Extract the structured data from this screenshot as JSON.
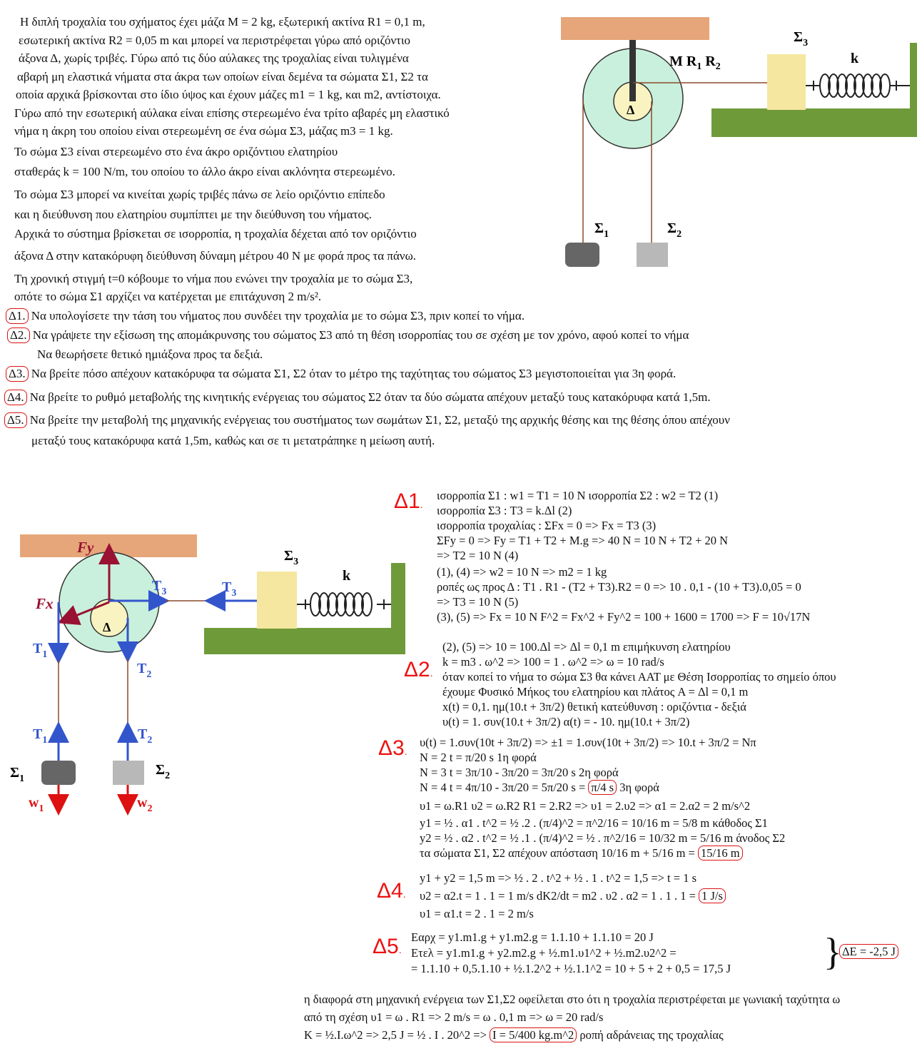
{
  "intro": [
    "Η διπλή τροχαλία του σχήματος έχει μάζα  M = 2 kg,  εξωτερική ακτίνα  R1 = 0,1 m,",
    "εσωτερική ακτίνα R2 = 0,05 m και μπορεί να περιστρέφεται γύρω από οριζόντιο",
    "άξονα Δ,  χωρίς τριβές.     Γύρω από τις δύο αύλακες της τροχαλίας είναι τυλιγμένα",
    "αβαρή μη ελαστικά νήματα στα άκρα των οποίων είναι δεμένα τα σώματα Σ1, Σ2 τα",
    "οποία αρχικά βρίσκονται στο ίδιο ύψος και έχουν μάζες  m1 = 1 kg, και m2, αντίστοιχα.",
    "Γύρω από την εσωτερική αύλακα είναι επίσης στερεωμένο ένα τρίτο αβαρές μη ελαστικό",
    "νήμα η άκρη του οποίου είναι στερεωμένη σε ένα σώμα Σ3, μάζας  m3 = 1 kg.",
    "Το σώμα Σ3 είναι στερεωμένο στο ένα άκρο οριζόντιου  ελατηρίου",
    "σταθεράς  k = 100 N/m,  του οποίου το  άλλο άκρο είναι ακλόνητα στερεωμένο.",
    "Το σώμα Σ3 μπορεί να κινείται χωρίς τριβές πάνω σε λείο οριζόντιο επίπεδο",
    "και η διεύθυνση που ελατηρίου συμπίπτει με την διεύθυνση του νήματος.",
    "Αρχικά το σύστημα βρίσκεται σε ισορροπία,   η τροχαλία  δέχεται από τον οριζόντιο",
    "άξονα Δ στην κατακόρυφη διεύθυνση δύναμη μέτρου 40 N με φορά προς τα πάνω.",
    "Τη χρονική στιγμή t=0 κόβουμε το νήμα που ενώνει την τροχαλία με το σώμα Σ3,",
    "οπότε το σώμα Σ1 αρχίζει να κατέρχεται με επιτάχυνση  2 m/s²."
  ],
  "questions": [
    {
      "tag": "Δ1.",
      "text": "Να υπολογίσετε την τάση του νήματος που συνδέει την τροχαλία με το σώμα Σ3, πριν κοπεί το νήμα."
    },
    {
      "tag": "Δ2.",
      "text": "Να γράψετε την εξίσωση της απομάκρυνσης του σώματος Σ3 από τη θέση ισορροπίας του σε σχέση με τον χρόνο, αφού κοπεί το νήμα",
      "text2": "Να θεωρήσετε θετικό ημιάξονα προς τα δεξιά."
    },
    {
      "tag": "Δ3.",
      "text": "Να βρείτε πόσο απέχουν κατακόρυφα τα σώματα Σ1, Σ2 όταν το μέτρο της ταχύτητας του σώματος Σ3  μεγιστοποιείται για 3η φορά."
    },
    {
      "tag": "Δ4.",
      "text": "Να βρείτε το ρυθμό μεταβολής της κινητικής ενέργειας του σώματος Σ2 όταν τα δύο σώματα απέχουν μεταξύ τους κατακόρυφα κατά 1,5m."
    },
    {
      "tag": "Δ5.",
      "text": "Να βρείτε την μεταβολή της μηχανικής ενέργειας του συστήματος των σωμάτων Σ1, Σ2, μεταξύ της αρχικής θέσης και της θέσης όπου απέχουν",
      "text2": "μεταξύ τους κατακόρυφα κατά 1,5m, καθώς και σε τι μετατράπηκε η μείωση αυτή."
    }
  ],
  "fig1": {
    "M": "M R",
    "R1sub": "1",
    "R2": " R",
    "R2sub": "2",
    "S3": "Σ",
    "S3sub": "3",
    "k": "k",
    "delta": "Δ",
    "S1": "Σ",
    "S1sub": "1",
    "S2": "Σ",
    "S2sub": "2"
  },
  "fig2": {
    "Fy": "Fy",
    "Fx": "Fx",
    "T3a": "T",
    "T3b": "T",
    "T1a": "T",
    "T1b": "T",
    "T2a": "T",
    "T2b": "T",
    "sub1": "1",
    "sub2": "2",
    "sub3": "3",
    "delta": "Δ",
    "S3": "Σ",
    "k": "k",
    "S1": "Σ",
    "S2": "Σ",
    "w1": "w",
    "w2": "w"
  },
  "sol": {
    "d1": {
      "label": "Δ1",
      "dot": ".",
      "lines": [
        "ισορροπία Σ1 :   w1 = T1 = 10 N            ισορροπία Σ2 :   w2 = T2   (1)",
        "ισορροπία Σ3 :   T3 = k.Δl  (2)",
        "ισορροπία τροχαλίας :        ΣFx = 0  =>  Fx = T3  (3)",
        "      ΣFy = 0  =>  Fy = T1 + T2 + M.g =>  40 N = 10 N + T2 + 20 N",
        "                                                              =>  T2 = 10 N  (4)",
        "(1), (4) =>  w2 = 10 N =>  m2 = 1 kg",
        "ροπές ως προς Δ :  T1 . R1 - (T2 + T3).R2 = 0  =>  10 . 0,1 - (10 + T3).0,05 = 0",
        "                                                                         =>  T3 = 10 N  (5)",
        "(3), (5) =>  Fx = 10 N     F^2 = Fx^2 + Fy^2 = 100 + 1600 = 1700  => F = 10√17N"
      ]
    },
    "d2": {
      "label": "Δ2",
      "dot": ".",
      "lines": [
        "(2), (5) =>  10 = 100.Δl  =>  Δl = 0,1 m    επιμήκυνση ελατηρίου",
        "  k = m3 . ω^2  =>  100 = 1 . ω^2  =>  ω = 10 rad/s",
        "όταν κοπεί το νήμα το σώμα Σ3 θα κάνει ΑΑΤ  με Θέση Ισορροπίας το σημείο όπου",
        "έχουμε Φυσικό Μήκος του ελατηρίου  και  πλάτος  A = Δl = 0,1 m",
        "  x(t)  =  0,1. ημ(10.t + 3π/2)   θετική κατεύθυνση : οριζόντια - δεξιά",
        "  υ(t)  =  1. συν(10.t + 3π/2)        α(t)  = - 10. ημ(10.t + 3π/2)"
      ]
    },
    "d3": {
      "label": "Δ3",
      "dot": ".",
      "lines": [
        "υ(t) = 1.συν(10t + 3π/2)  => ±1 = 1.συν(10t + 3π/2) =>  10.t + 3π/2 = Nπ",
        "    N = 2     t =  π/20 s   1η φορά",
        "    N = 3     t = 3π/10 - 3π/20  =  3π/20 s   2η φορά",
        "    N = 4     t = 4π/10 - 3π/20  =  5π/20 s = ",
        "υ1 = ω.R1    υ2 = ω.R2      R1 = 2.R2    =>  υ1 = 2.υ2   =>  α1 = 2.α2  = 2 m/s^2",
        " y1 = ½ . α1 . t^2  =  ½ .2 . (π/4)^2  =  π^2/16 = 10/16 m = 5/8 m    κάθοδος Σ1",
        " y2 = ½ . α2 . t^2 = ½ .1 . (π/4)^2  =  ½ . π^2/16 = 10/32 m = 5/16 m άνοδος Σ2",
        "   τα σώματα Σ1, Σ2 απέχουν απόσταση  10/16 m + 5/16 m = "
      ],
      "box1": "π/4 s",
      "after1": "  3η φορά",
      "box2": "15/16 m"
    },
    "d4": {
      "label": "Δ4",
      "dot": ".",
      "lines": [
        " y1 + y2 = 1,5 m  =>  ½ . 2 . t^2 + ½ . 1 . t^2 = 1,5  =>  t = 1 s",
        " υ2 = α2.t = 1 . 1 = 1 m/s            dK2/dt = m2 . υ2 . α2 = 1 . 1 . 1 = ",
        " υ1 = α1.t = 2 . 1 = 2 m/s"
      ],
      "box": "1 J/s"
    },
    "d5": {
      "label": "Δ5",
      "dot": ".",
      "lines": [
        "Eαρχ = y1.m1.g + y1.m2.g  =  1.1.10 + 1.1.10 = 20 J",
        "Eτελ = y1.m1.g + y2.m2.g + ½.m1.υ1^2 + ½.m2.υ2^2 =",
        "      = 1.1.10 + 0,5.1.10 + ½.1.2^2 + ½.1.1^2  =  10 + 5 + 2 + 0,5 = 17,5 J"
      ],
      "box": "ΔE = -2,5 J"
    },
    "final": {
      "lines": [
        "η διαφορά στη μηχανική ενέργεια των Σ1,Σ2 οφείλεται στο ότι η τροχαλία περιστρέφεται με γωνιακή ταχύτητα ω",
        "από τη σχέση  υ1 = ω . R1  =>  2 m/s = ω . 0,1 m  =>  ω = 20 rad/s",
        "K = ½.I.ω^2  =>   2,5 J  =  ½ . I . 20^2  => "
      ],
      "box": "I  =  5/400 kg.m^2",
      "after": "  ροπή αδράνειας της τροχαλίας"
    }
  },
  "colors": {
    "ceiling": "#e6a67a",
    "pulley": "#c9f0dc",
    "hub": "#f8f3c0",
    "ground": "#6f9a3a",
    "block3": "#f5e6a0",
    "m1": "#666666",
    "m2": "#b8b8b8",
    "red": "#dd1111",
    "blue": "#3355cc",
    "maroon": "#991133"
  }
}
